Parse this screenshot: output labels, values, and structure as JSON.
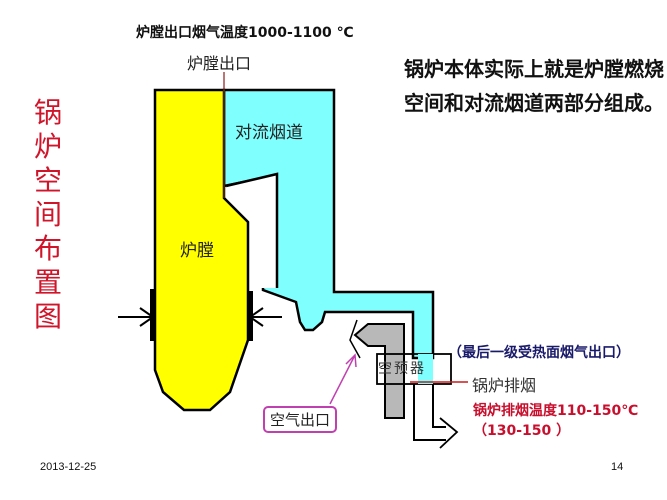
{
  "slide": {
    "vertical_title": [
      "锅",
      "炉",
      "空",
      "间",
      "布",
      "置",
      "图"
    ],
    "summary_text": "锅炉本体实际上就是炉膛燃烧空间和对流烟道两部分组成。",
    "footer": {
      "date": "2013-12-25",
      "page_number": "14"
    }
  },
  "diagram": {
    "furnace_outlet_temp": "炉膛出口烟气温度1000-1100 ℃",
    "furnace_outlet_label": "炉膛出口",
    "convection_duct_label": "对流烟道",
    "furnace_label": "炉膛",
    "air_preheater_label": "空预器",
    "last_heating_surface_outlet": "（最后一级受热面烟气出口）",
    "exhaust_label": "锅炉排烟",
    "exhaust_temp": "锅炉排烟温度110-150℃",
    "exhaust_temp_range": "（130-150 ）",
    "air_outlet_label": "空气出口",
    "colors": {
      "furnace": "#ffff00",
      "duct": "#80ffff",
      "air_preheater_gray": "#b8b8b8",
      "title_red": "#d0152b",
      "callout_magenta": "#c040b0",
      "exhaust_line_red": "#cc1a1a"
    }
  }
}
